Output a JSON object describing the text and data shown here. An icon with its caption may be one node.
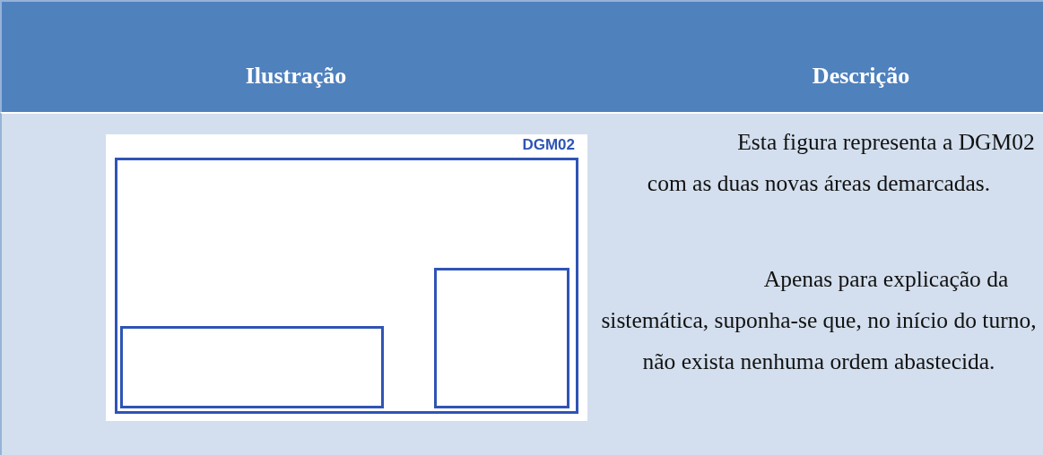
{
  "diagram": {
    "nodes": [
      {
        "text": [
          "DGM02"
        ]
      },
      {
        "text": [],
        "shape": "box",
        "in": 0
      },
      {
        "text": [],
        "shape": "box",
        "in": 0
      }
    ],
    "labels": [
      "Ilustração",
      "Descrição",
      "Esta figura representa a DGM02 com as duas novas áreas demarcadas.",
      "Apenas para explicação da sistemática, suponha-se que, no início do turno, não exista nenhuma ordem abastecida."
    ]
  }
}
